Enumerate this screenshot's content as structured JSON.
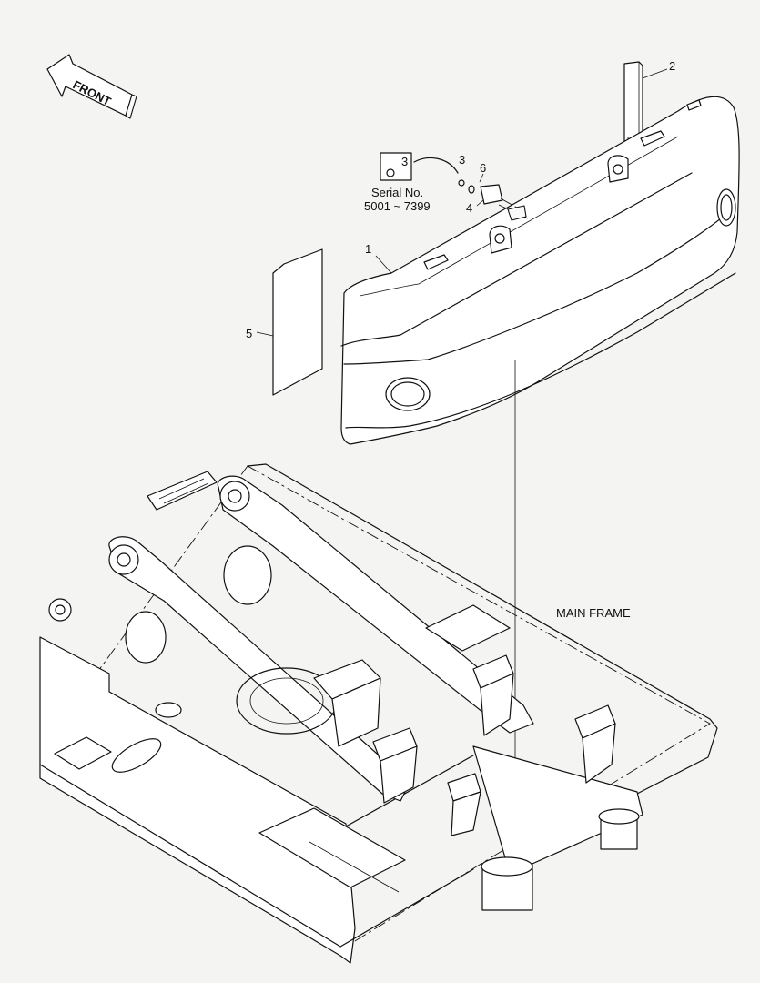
{
  "direction": {
    "label": "FRONT"
  },
  "callouts": {
    "c1": "1",
    "c2": "2",
    "c3_box": "3",
    "c3": "3",
    "c4": "4",
    "c5": "5",
    "c6": "6"
  },
  "serial_note": {
    "line1": "Serial No.",
    "line2": "5001 ~ 7399"
  },
  "assembly_label": "MAIN FRAME"
}
